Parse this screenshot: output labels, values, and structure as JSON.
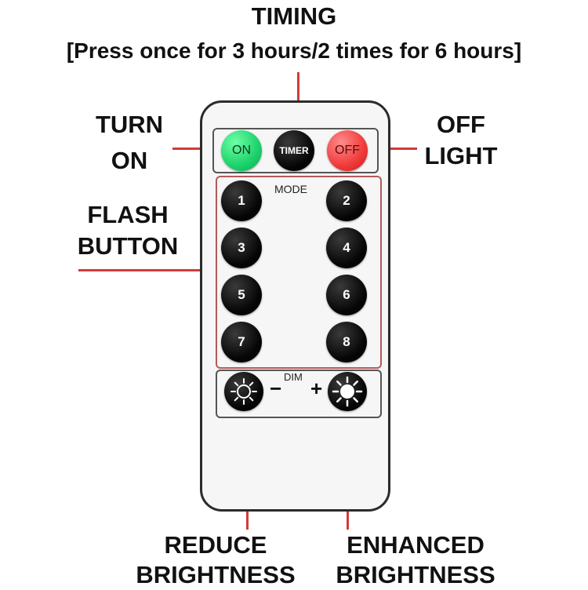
{
  "labels": {
    "timing": "TIMING",
    "timing_note": "[Press once for 3 hours/2 times for 6 hours]",
    "turn_on_1": "TURN",
    "turn_on_2": "ON",
    "off_light_1": "OFF",
    "off_light_2": "LIGHT",
    "flash_1": "FLASH",
    "flash_2": "BUTTON",
    "reduce_1": "REDUCE",
    "reduce_2": "BRIGHTNESS",
    "enhanced_1": "ENHANCED",
    "enhanced_2": "BRIGHTNESS"
  },
  "remote": {
    "top_row": {
      "on_label": "ON",
      "timer_label": "TIMER",
      "off_label": "OFF"
    },
    "mode_label": "MODE",
    "mode_buttons": [
      "1",
      "2",
      "3",
      "4",
      "5",
      "6",
      "7",
      "8"
    ],
    "dim_label": "DIM",
    "minus": "−",
    "plus": "+"
  },
  "colors": {
    "callout_line": "#d23a3a",
    "on_button": "#1bd26a",
    "off_button": "#f03a3a",
    "mode_button": "#050505"
  }
}
